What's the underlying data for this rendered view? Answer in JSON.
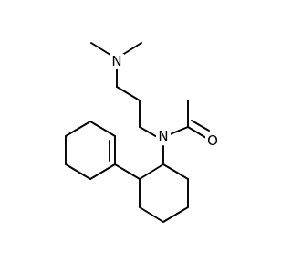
{
  "atoms": {
    "N_amine": {
      "symbol": "N",
      "color": "#000000"
    },
    "N_amide": {
      "symbol": "N",
      "color": "#000000"
    },
    "O_carbonyl": {
      "symbol": "O",
      "color": "#000000"
    }
  },
  "colors": {
    "bond": "#000000",
    "background": "#ffffff"
  }
}
